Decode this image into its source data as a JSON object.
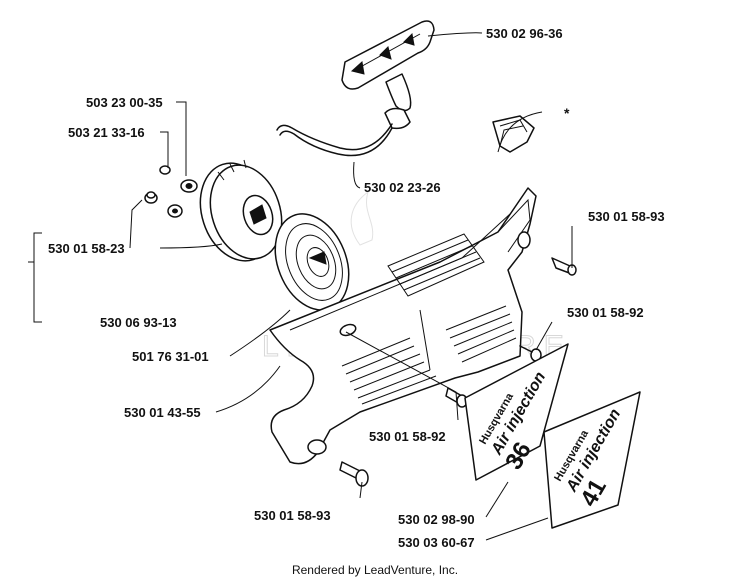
{
  "diagram": {
    "labels": {
      "handle": "530 02 96-36",
      "rope": "530 02 23-26",
      "star_part": "*",
      "washer": "503 23 00-35",
      "screw_small": "503 21 33-16",
      "pulley_screw": "530 01 58-23",
      "spring_assembly": "530 06 93-13",
      "spring": "501 76 31-01",
      "starter_housing": "530 01 43-55",
      "screw_top_right": "530 01 58-93",
      "screw_right": "530 01 58-92",
      "screw_center": "530 01 58-92",
      "screw_bottom": "530 01 58-93",
      "decal_36": "530 02 98-90",
      "decal_41": "530 03 60-67"
    },
    "decals": {
      "brand": "Husqvarna",
      "subtitle": "Air injection",
      "model_a": "36",
      "model_b": "41"
    },
    "watermark": "LEADVENTURE"
  },
  "footer": {
    "text": "Rendered by LeadVenture, Inc."
  }
}
